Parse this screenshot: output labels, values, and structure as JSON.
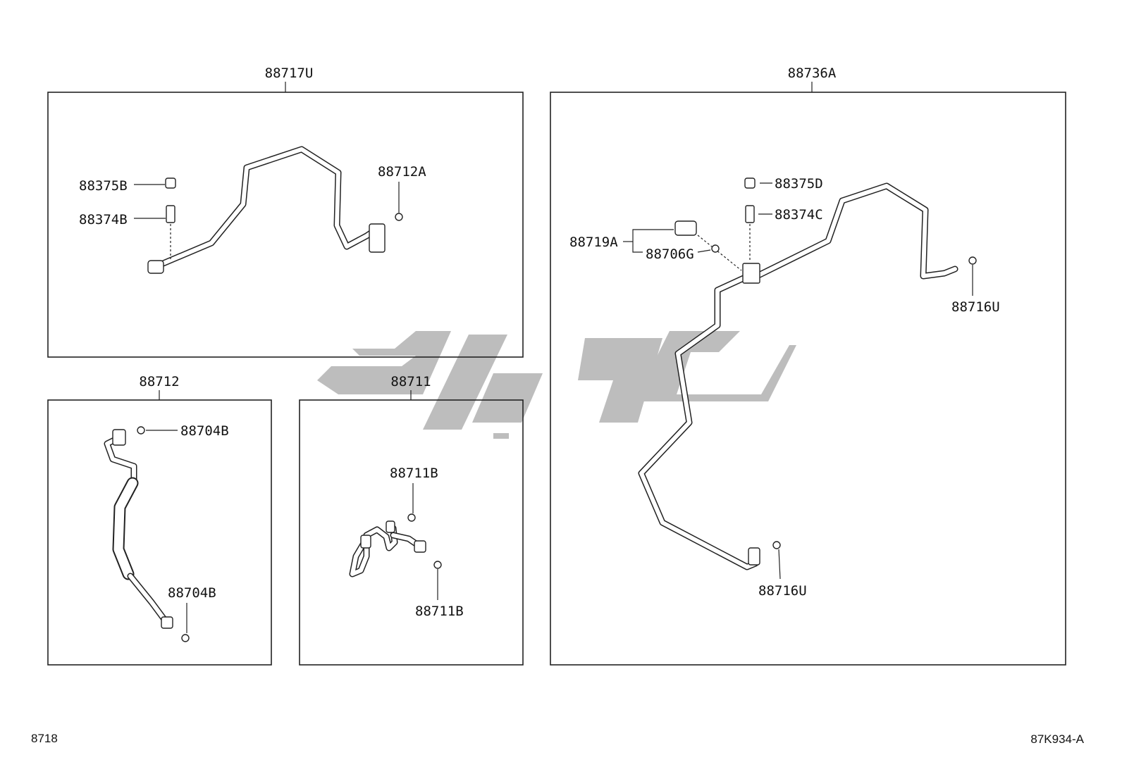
{
  "groups": {
    "g1": {
      "part": "88717U",
      "callouts": {
        "cap": "88375B",
        "valve": "88374B",
        "oring": "88712A"
      }
    },
    "g2": {
      "part": "88712",
      "callouts": {
        "top": "88704B",
        "bottom": "88704B"
      }
    },
    "g3": {
      "part": "88711",
      "callouts": {
        "top": "88711B",
        "bottom": "88711B"
      }
    },
    "g4": {
      "part": "88736A",
      "callouts": {
        "cap": "88375D",
        "valve": "88374C",
        "switch": "88719A",
        "switch_oring": "88706G",
        "oring_right": "88716U",
        "oring_bottom": "88716U"
      }
    }
  },
  "footer": {
    "left": "8718",
    "right": "87K934-A"
  },
  "colors": {
    "line": "#222222",
    "watermark": "#bdbdbd",
    "background": "#ffffff"
  }
}
